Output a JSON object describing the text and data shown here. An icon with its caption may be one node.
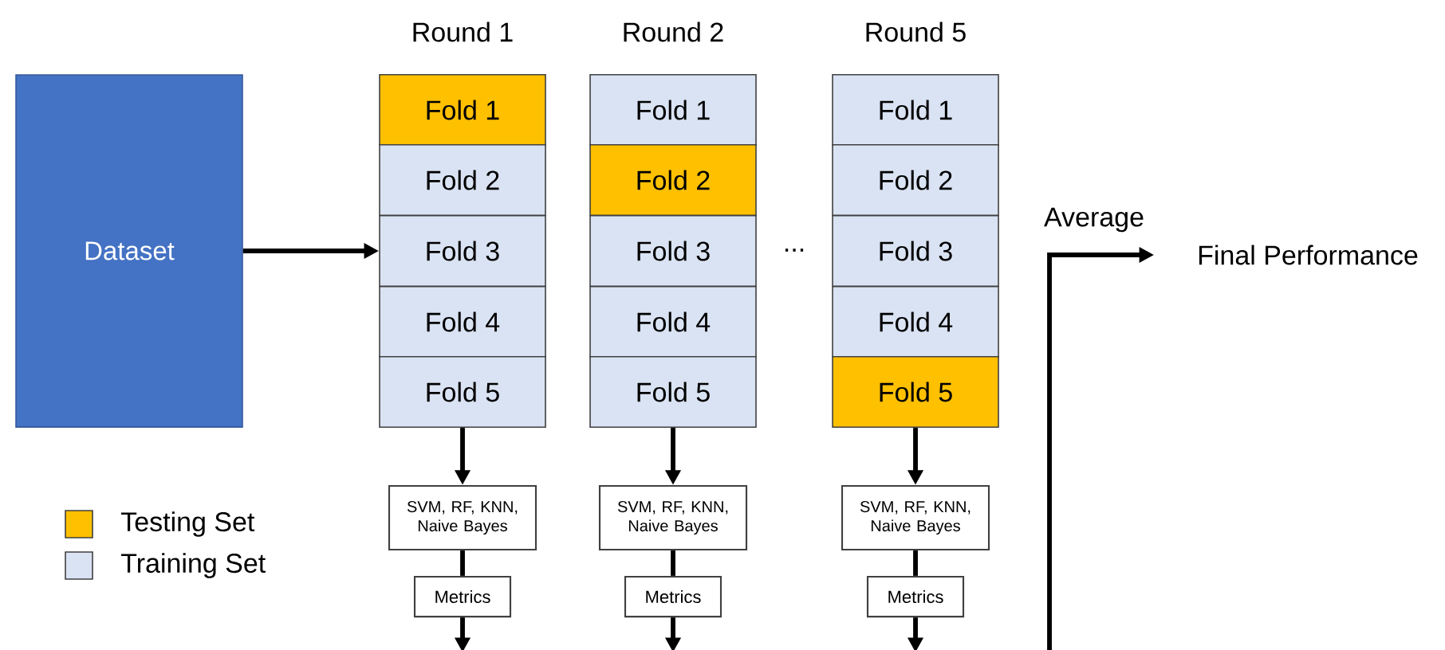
{
  "diagram": {
    "nodes": [
      {
        "text": [
          "Dataset"
        ]
      },
      {
        "text": [
          "Fold 1"
        ]
      },
      {
        "text": [
          "Fold 2"
        ]
      },
      {
        "text": [
          "Fold 3"
        ]
      },
      {
        "text": [
          "Fold 4"
        ]
      },
      {
        "text": [
          "Fold 5"
        ]
      },
      {
        "text": [
          "Fold 1"
        ]
      },
      {
        "text": [
          "Fold 2"
        ]
      },
      {
        "text": [
          "Fold 3"
        ]
      },
      {
        "text": [
          "Fold 4"
        ]
      },
      {
        "text": [
          "Fold 5"
        ]
      },
      {
        "text": [
          "Fold 1"
        ]
      },
      {
        "text": [
          "Fold 2"
        ]
      },
      {
        "text": [
          "Fold 3"
        ]
      },
      {
        "text": [
          "Fold 4"
        ]
      },
      {
        "text": [
          "Fold 5"
        ]
      },
      {
        "text": [
          "SVM, RF, KNN, Naive Bayes"
        ]
      },
      {
        "text": [
          "Metrics"
        ]
      },
      {
        "text": [
          "SVM, RF, KNN, Naive Bayes"
        ]
      },
      {
        "text": [
          "Metrics"
        ]
      },
      {
        "text": [
          "SVM, RF, KNN, Naive Bayes"
        ]
      },
      {
        "text": [
          "Metrics"
        ]
      },
      {
        "text": [
          "Final Performance"
        ]
      }
    ],
    "edges": [
      {
        "from": 0,
        "to": 3,
        "arrow": "to"
      },
      {
        "from": 5,
        "to": 16,
        "arrow": "to"
      },
      {
        "from": 16,
        "to": 17,
        "arrow": "none"
      },
      {
        "from": 17,
        "to": null,
        "arrow": "to"
      },
      {
        "from": 10,
        "to": 18,
        "arrow": "to"
      },
      {
        "from": 18,
        "to": 19,
        "arrow": "none"
      },
      {
        "from": 19,
        "to": null,
        "arrow": "to"
      },
      {
        "from": 15,
        "to": 20,
        "arrow": "to"
      },
      {
        "from": 20,
        "to": 21,
        "arrow": "none"
      },
      {
        "from": 21,
        "to": null,
        "arrow": "to"
      },
      {
        "from": null,
        "to": 22,
        "arrow": "to",
        "label": "Average"
      }
    ],
    "labels": [
      "Round 1",
      "Round 2",
      "Round 5",
      "..."
    ],
    "legend": [
      {
        "text": "Testing Set",
        "color": "#ffc000"
      },
      {
        "text": "Training Set",
        "color": "#dae3f3"
      }
    ]
  }
}
